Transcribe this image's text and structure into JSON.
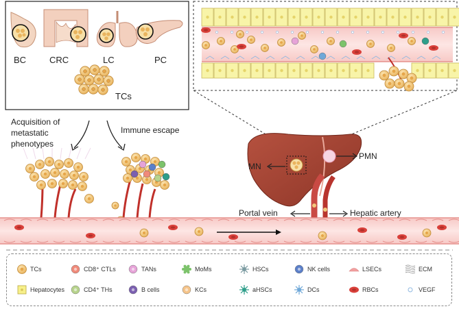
{
  "cancers": [
    {
      "label": "BC"
    },
    {
      "label": "CRC"
    },
    {
      "label": "LC"
    },
    {
      "label": "PC"
    }
  ],
  "tumor_cluster_label": "TCs",
  "arrows": {
    "left_text_line1": "Acquisition of",
    "left_text_line2": "metastatic",
    "left_text_line3": "phenotypes",
    "right_text": "Immune escape"
  },
  "liver": {
    "mn_label": "MN",
    "pmn_label": "PMN",
    "portal_vein_label": "Portal vein",
    "hepatic_artery_label": "Hepatic artery"
  },
  "legend": [
    {
      "label": "TCs",
      "icon": "tumor-cell-icon",
      "color": "#f2c77c"
    },
    {
      "label": "CD8⁺ CTLs",
      "icon": "cd8-ctl-icon",
      "color": "#f08a7a"
    },
    {
      "label": "TANs",
      "icon": "tan-icon",
      "color": "#e6a3d8"
    },
    {
      "label": "MoMs",
      "icon": "mom-icon",
      "color": "#7cc36b"
    },
    {
      "label": "HSCs",
      "icon": "hsc-icon",
      "color": "#7a9aa0"
    },
    {
      "label": "NK cells",
      "icon": "nk-cell-icon",
      "color": "#5b7fc9"
    },
    {
      "label": "LSECs",
      "icon": "lsec-icon",
      "color": "#f2a0a0"
    },
    {
      "label": "ECM",
      "icon": "ecm-icon",
      "color": "#888888"
    },
    {
      "label": "Hepatocytes",
      "icon": "hepatocyte-icon",
      "color": "#f7f08a"
    },
    {
      "label": "CD4⁺ THs",
      "icon": "cd4-th-icon",
      "color": "#b7d38c"
    },
    {
      "label": "B cells",
      "icon": "b-cell-icon",
      "color": "#7b5fb0"
    },
    {
      "label": "KCs",
      "icon": "kc-icon",
      "color": "#f5c48a"
    },
    {
      "label": "aHSCs",
      "icon": "ahsc-icon",
      "color": "#2e9e8a"
    },
    {
      "label": "DCs",
      "icon": "dc-icon",
      "color": "#6fa8d8"
    },
    {
      "label": "RBCs",
      "icon": "rbc-icon",
      "color": "#d9403a"
    },
    {
      "label": "VEGF",
      "icon": "vegf-icon",
      "color": "#8fb8e0"
    }
  ]
}
